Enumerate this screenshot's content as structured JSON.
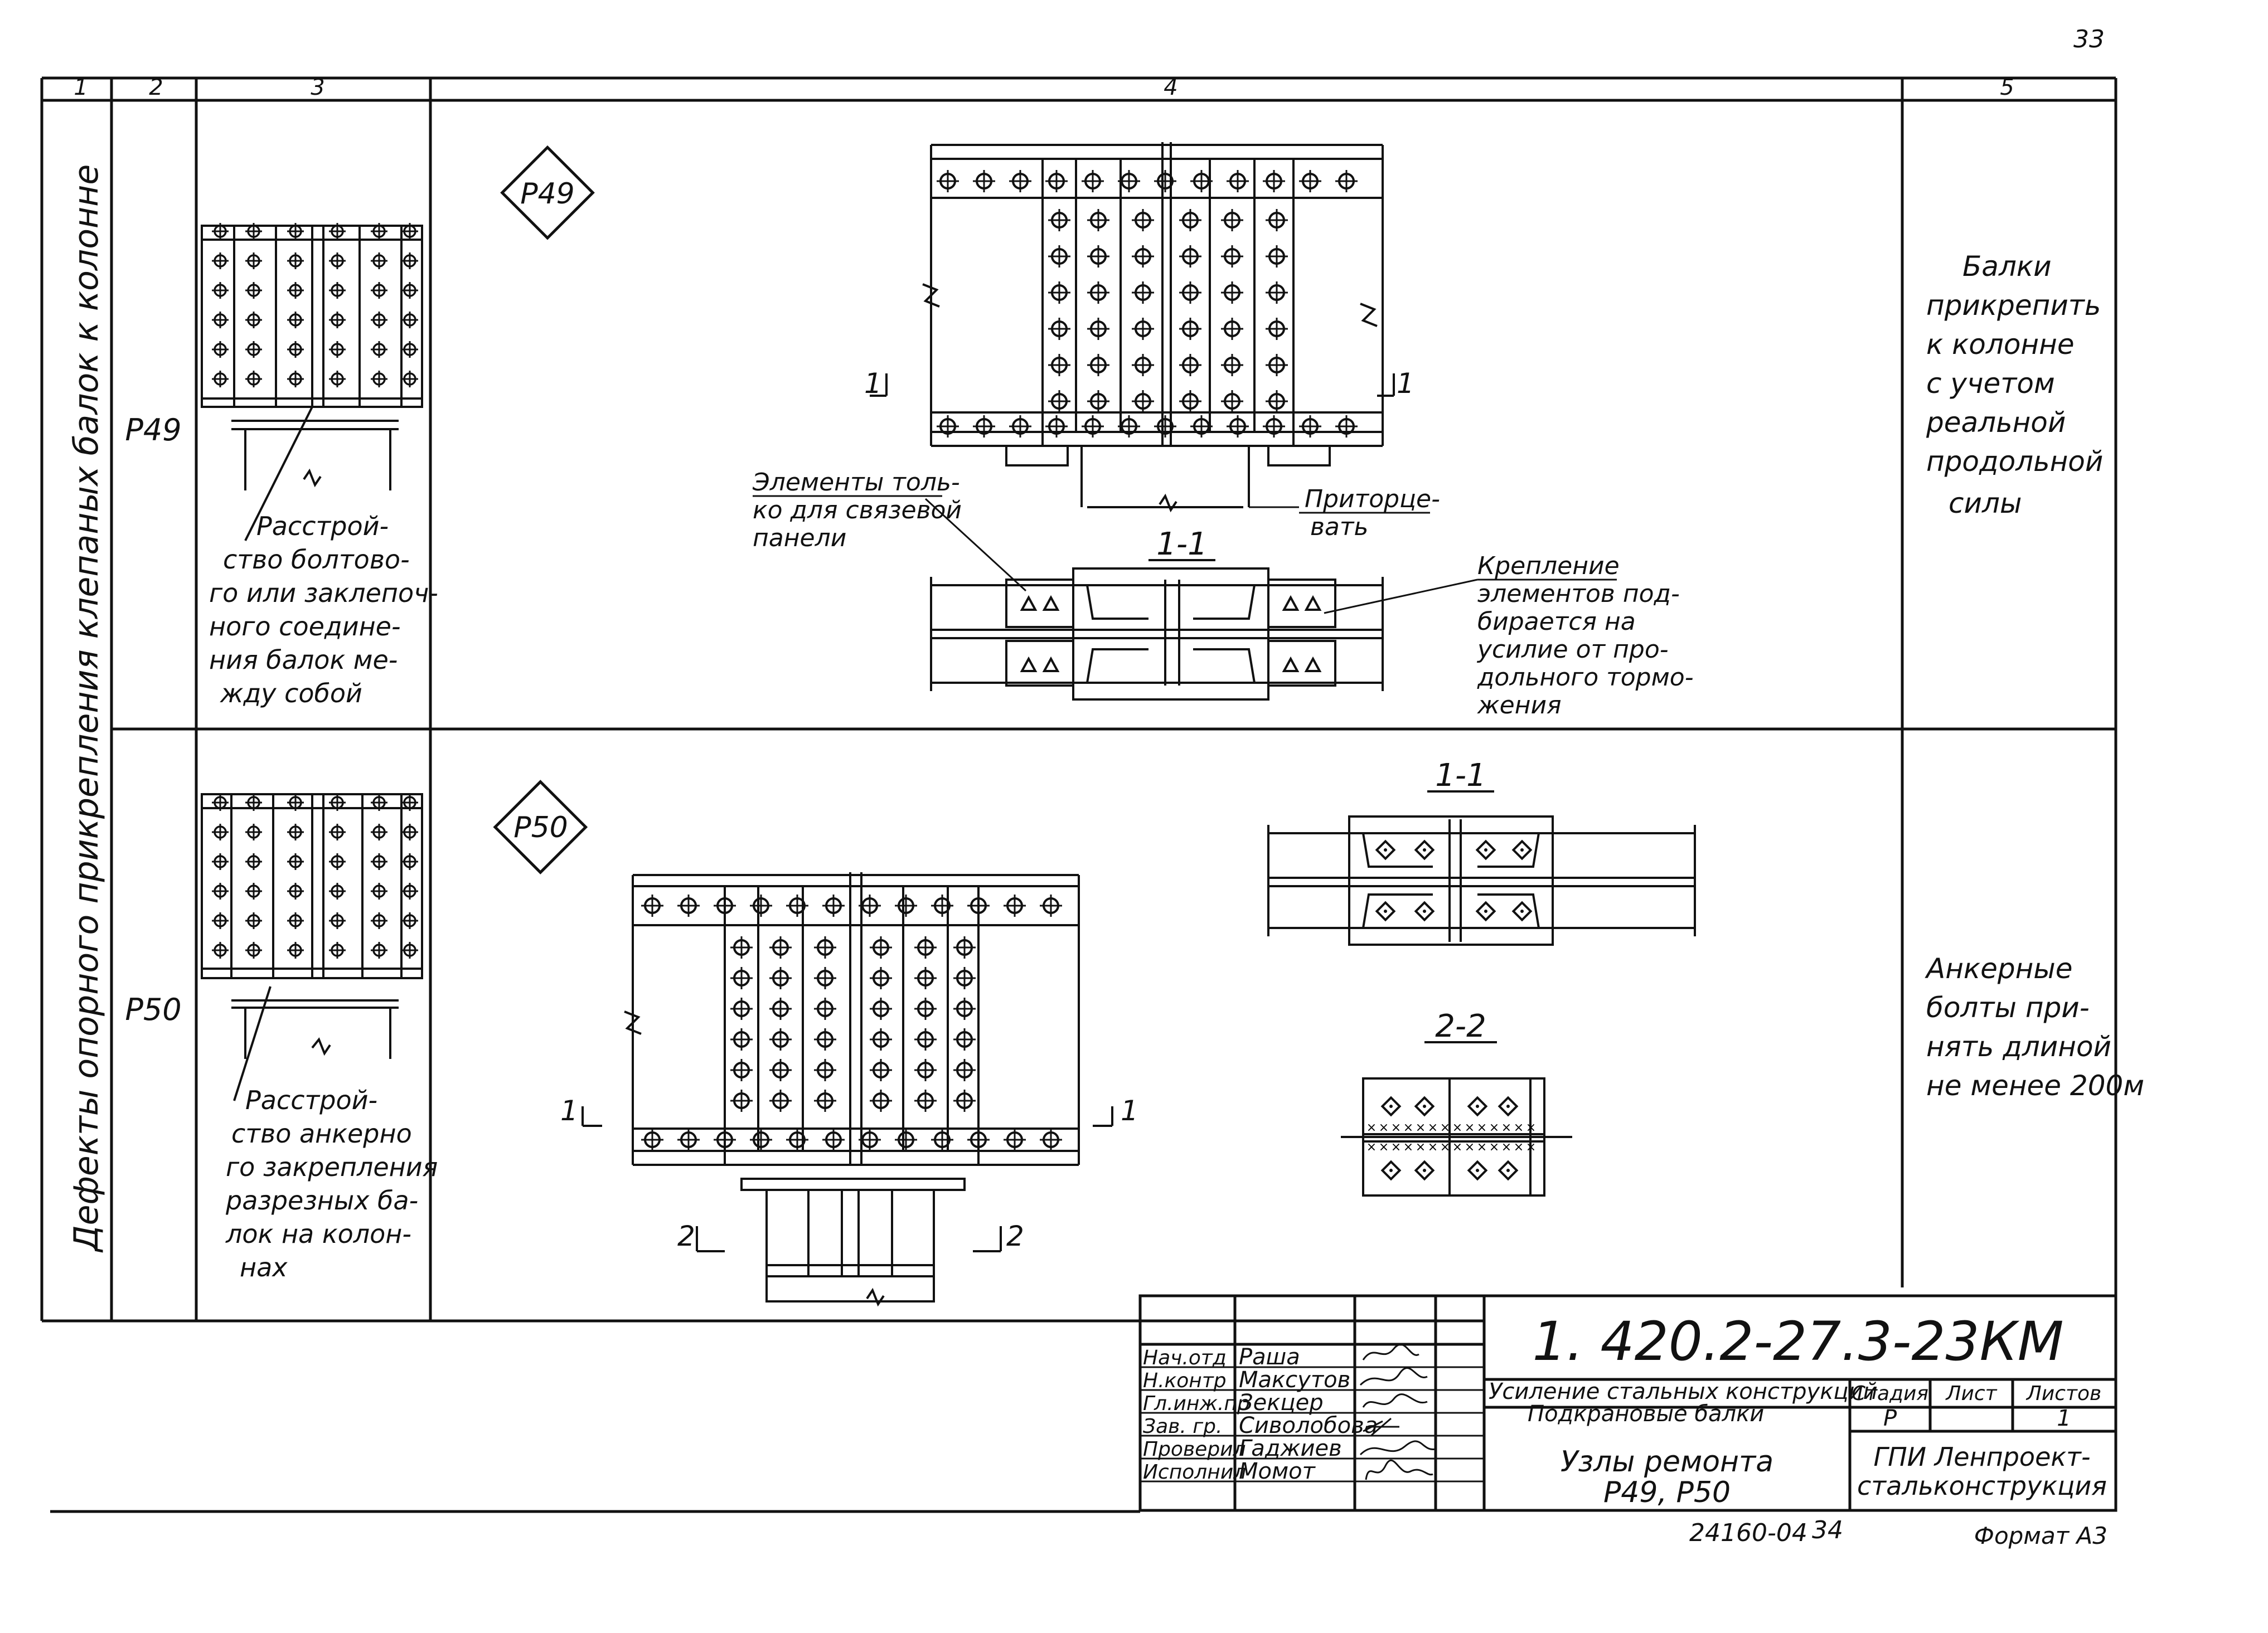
{
  "page_number": "33",
  "columns": {
    "c1": "1",
    "c2": "2",
    "c3": "3",
    "c4": "4",
    "c5": "5"
  },
  "side_title": "Дефекты опорного прикрепления клепаных балок к колонне",
  "rows": [
    {
      "code": "Р49",
      "tag": "Р49",
      "sketch_note": [
        "Расстрой-",
        "ство болтово-",
        "го или заклепоч-",
        "ного соедине-",
        "ния балок ме-",
        "жду собой"
      ],
      "note_elements": [
        "Элементы толь-",
        "ко для связевой",
        "панели"
      ],
      "note_trim": [
        "Приторце-",
        "вать"
      ],
      "section_label": "1-1",
      "cut_marks": [
        "1",
        "1"
      ],
      "note_fastening": [
        "Крепление",
        "элементов под-",
        "бирается на",
        "усилие от про-",
        "дольного тормо-",
        "жения"
      ],
      "remark": [
        "Балки",
        "прикрепить",
        "к колонне",
        "с учетом",
        "реальной",
        "продольной",
        "силы"
      ]
    },
    {
      "code": "Р50",
      "tag": "Р50",
      "sketch_note": [
        "Расстрой-",
        "ство анкерно",
        "го закрепления",
        "разрезных ба-",
        "лок на колон-",
        "нах"
      ],
      "section_11": "1-1",
      "section_22": "2-2",
      "cut_marks_1": [
        "1",
        "1"
      ],
      "cut_marks_2": [
        "2",
        "2"
      ],
      "remark": [
        "Анкерные",
        "болты при-",
        "нять длиной",
        "не менее 200м"
      ]
    }
  ],
  "title_block": {
    "doc_code": "1. 420.2-27.3-23КМ",
    "roles": [
      "Нач.отд",
      "Н.контр",
      "Гл.инж.пр",
      "Зав. гр.",
      "Проверил",
      "Исполнил"
    ],
    "names": [
      "Раша",
      "Максутов",
      "Зекцер",
      "Сиволобова",
      "Гаджиев",
      "Момот"
    ],
    "project": [
      "Усиление стальных конструкций",
      "Подкрановые балки"
    ],
    "sheet_title": [
      "Узлы ремонта",
      "Р49,  Р50"
    ],
    "stage_h": "Стадия",
    "sheet_h": "Лист",
    "sheets_h": "Листов",
    "stage": "Р",
    "sheet": "",
    "sheets": "1",
    "org": [
      "ГПИ Ленпроект-",
      "стальконструкция"
    ]
  },
  "footer_code": "24160-04",
  "footer_sheet": "34",
  "format": "Формат А3"
}
